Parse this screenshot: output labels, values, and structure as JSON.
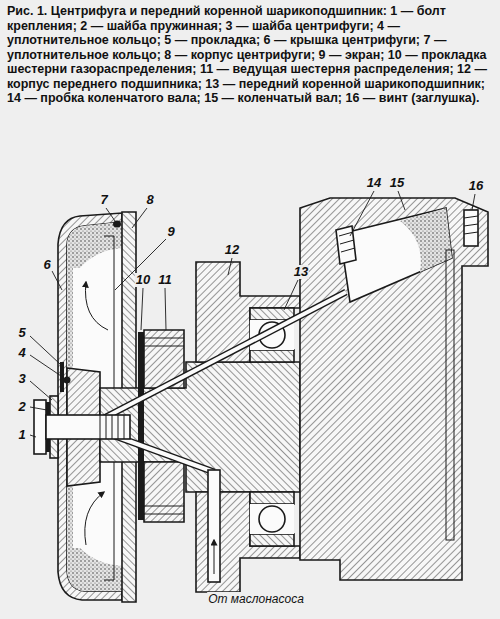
{
  "diagram": {
    "caption": "Рис. 1. Центрифуга и передний коренной шарикоподшипник: 1 — болт крепления; 2 — шайба пружинная; 3 — шайба центрифуги; 4 — уплотнительное кольцо; 5 — прокладка; 6 — крышка центрифуги; 7 — уплотнительное кольцо; 8 — корпус центрифуги; 9 — экран; 10 — прокладка шестерни газораспределения; 11 — ведущая шестерня распределения; 12 — корпус переднего подшипника; 13 — передний коренной шарикоподшипник; 14 — пробка коленчатого вала; 15 — коленчатый вал; 16 — винт (заглушка).",
    "labels": [
      "1",
      "2",
      "3",
      "4",
      "5",
      "6",
      "7",
      "8",
      "9",
      "10",
      "11",
      "12",
      "13",
      "14",
      "15",
      "16",
      "От маслонасоса"
    ]
  }
}
